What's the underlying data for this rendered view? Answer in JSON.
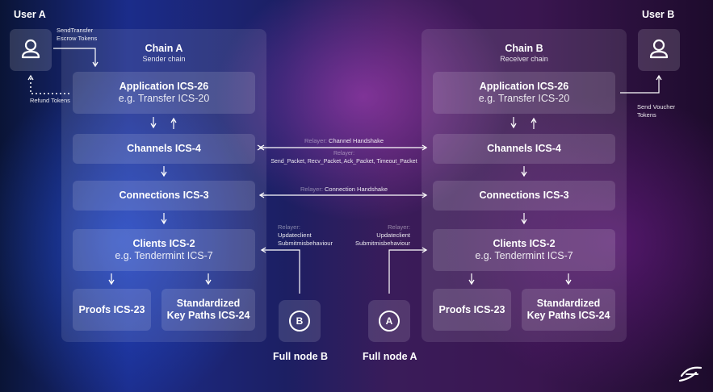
{
  "user_a": {
    "label": "User A",
    "icon": "user-icon"
  },
  "user_b": {
    "label": "User B",
    "icon": "user-icon"
  },
  "chain_a": {
    "title": "Chain A",
    "subtitle": "Sender chain",
    "application": {
      "title": "Application ICS-26",
      "sub": "e.g. Transfer ICS-20"
    },
    "channels": "Channels ICS-4",
    "connections": "Connections ICS-3",
    "clients": {
      "title": "Clients ICS-2",
      "sub": "e.g. Tendermint ICS-7"
    },
    "proofs": "Proofs ICS-23",
    "keypaths": [
      "Standardized",
      "Key Paths ICS-24"
    ]
  },
  "chain_b": {
    "title": "Chain B",
    "subtitle": "Receiver chain",
    "application": {
      "title": "Application ICS-26",
      "sub": "e.g. Transfer ICS-20"
    },
    "channels": "Channels ICS-4",
    "connections": "Connections ICS-3",
    "clients": {
      "title": "Clients ICS-2",
      "sub": "e.g. Tendermint ICS-7"
    },
    "proofs": "Proofs ICS-23",
    "keypaths": [
      "Standardized",
      "Key Paths ICS-24"
    ]
  },
  "annotations": {
    "send_transfer": [
      "SendTransfer",
      "Escrow Tokens"
    ],
    "refund": "Refund Tokens",
    "send_voucher": [
      "Send Voucher",
      "Tokens"
    ],
    "relayer": "Relayer:",
    "channel_handshake": "Channel Handshake",
    "packets": "Send_Packet, Recv_Packet, Ack_Packet, Timeout_Packet",
    "connection_handshake": "Connection Handshake",
    "update_client": "Updateclient",
    "submit_misbehaviour": "Submitmisbehaviour"
  },
  "nodes": {
    "b": {
      "letter": "B",
      "label": "Full node B"
    },
    "a": {
      "letter": "A",
      "label": "Full node A"
    }
  },
  "logo": "logo-icon"
}
